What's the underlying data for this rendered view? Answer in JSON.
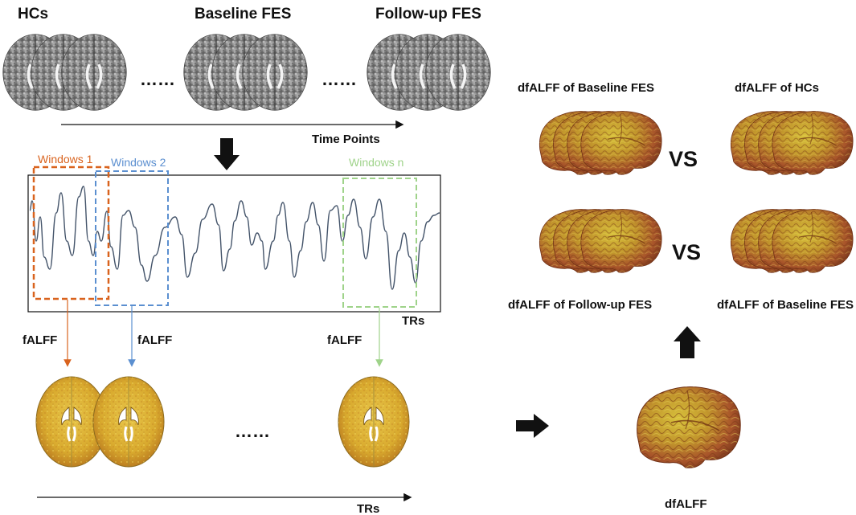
{
  "top_labels": {
    "hcs": "HCs",
    "baseline": "Baseline FES",
    "followup": "Follow-up FES"
  },
  "ellipsis": "……",
  "time_points": "Time Points",
  "windows": {
    "w1": "Windows 1",
    "w2": "Windows 2",
    "wn": "Windows n"
  },
  "trs_label": "TRs",
  "falff": "fALFF",
  "trs_bottom": "TRs",
  "right_labels": {
    "baseline_top": "dfALFF  of Baseline FES",
    "hcs": "dfALFF  of HCs",
    "followup": "dfALFF  of Follow-up FES",
    "baseline_bottom": "dfALFF  of Baseline FES",
    "vs": "VS",
    "dfalff": "dfALFF"
  },
  "colors": {
    "window1": "#d9631e",
    "window2": "#5b8fd0",
    "windown": "#9fd38a",
    "signal": "#44546a"
  }
}
